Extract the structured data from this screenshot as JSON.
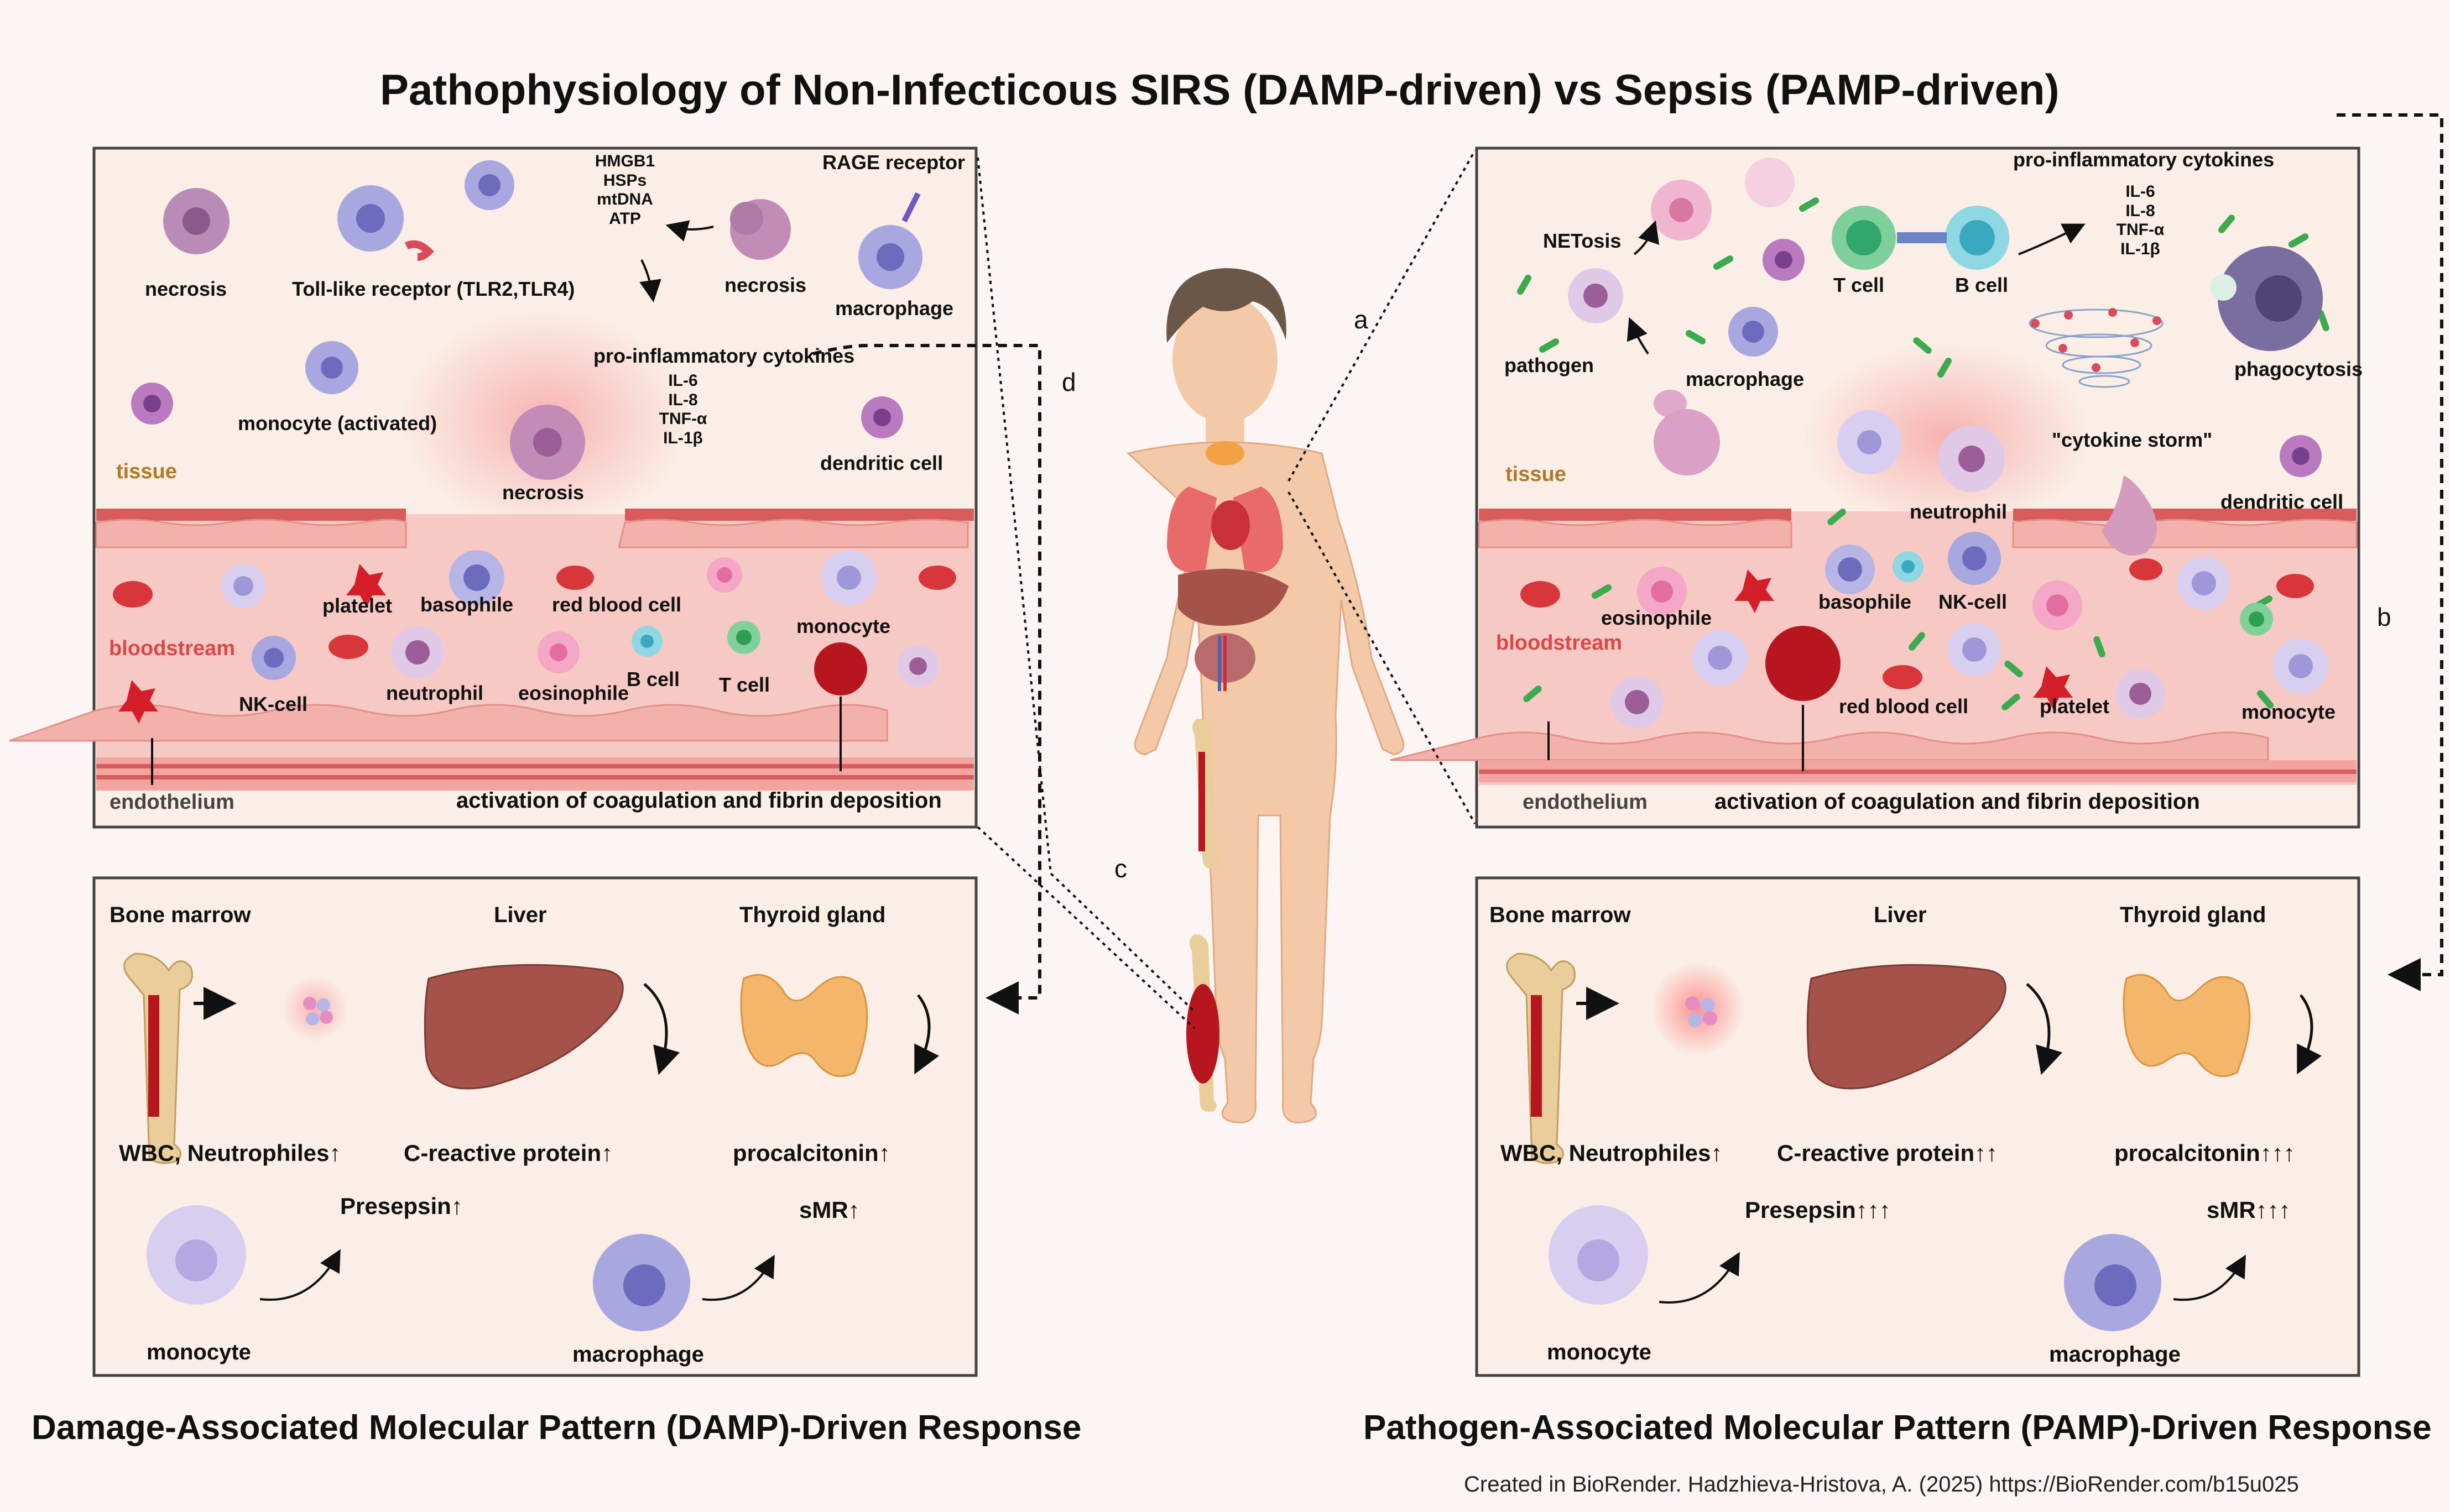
{
  "title": "Pathophysiology of Non-Infecticous SIRS (DAMP-driven) vs Sepsis (PAMP-driven)",
  "footer": {
    "left": "Damage-Associated Molecular Pattern (DAMP)-Driven Response",
    "right": "Pathogen-Associated Molecular Pattern (PAMP)-Driven Response",
    "credit": "Created in BioRender. Hadzhieva-Hristova, A. (2025) https://BioRender.com/b15u025"
  },
  "letters": {
    "a": "a",
    "b": "b",
    "c": "c",
    "d": "d"
  },
  "damp_tissue": {
    "necrosis_1": "necrosis",
    "tlr": "Toll-like receptor (TLR2,TLR4)",
    "damps": [
      "HMGB1",
      "HSPs",
      "mtDNA",
      "ATP"
    ],
    "rage": "RAGE receptor",
    "necrosis_2": "necrosis",
    "macrophage": "macrophage",
    "cytokines_title": "pro-inflammatory cytokines",
    "cytokines": [
      "IL-6",
      "IL-8",
      "TNF-α",
      "IL-1β"
    ],
    "monocyte_activated": "monocyte (activated)",
    "necrosis_3": "necrosis",
    "dendritic": "dendritic cell",
    "tissue": "tissue",
    "bloodstream": "bloodstream",
    "platelet": "platelet",
    "basophile": "basophile",
    "rbc": "red blood cell",
    "monocyte": "monocyte",
    "nk": "NK-cell",
    "neutrophil": "neutrophil",
    "eosinophile": "eosinophile",
    "bcell": "B cell",
    "tcell": "T cell",
    "endothelium": "endothelium",
    "coagulation": "activation of coagulation and fibrin deposition"
  },
  "pamp_tissue": {
    "cytokines_title": "pro-inflammatory cytokines",
    "cytokines": [
      "IL-6",
      "IL-8",
      "TNF-α",
      "IL-1β"
    ],
    "netosis": "NETosis",
    "tcell": "T cell",
    "bcell": "B cell",
    "pathogen": "pathogen",
    "macrophage": "macrophage",
    "phagocytosis": "phagocytosis",
    "storm": "\"cytokine storm\"",
    "tissue": "tissue",
    "neutrophil": "neutrophil",
    "dendritic": "dendritic cell",
    "eosinophile": "eosinophile",
    "basophile": "basophile",
    "nk": "NK-cell",
    "bloodstream": "bloodstream",
    "rbc": "red blood cell",
    "platelet": "platelet",
    "monocyte": "monocyte",
    "endothelium": "endothelium",
    "coagulation": "activation of coagulation and fibrin deposition"
  },
  "damp_organs": {
    "bone_marrow": "Bone marrow",
    "liver": "Liver",
    "thyroid": "Thyroid gland",
    "wbc": "WBC, Neutrophiles↑",
    "crp": "C-reactive protein↑",
    "pct": "procalcitonin↑",
    "presepsin": "Presepsin↑",
    "smr": "sMR↑",
    "monocyte": "monocyte",
    "macrophage": "macrophage"
  },
  "pamp_organs": {
    "bone_marrow": "Bone marrow",
    "liver": "Liver",
    "thyroid": "Thyroid gland",
    "wbc": "WBC, Neutrophiles↑",
    "crp": "C-reactive protein↑↑",
    "pct": "procalcitonin↑↑↑",
    "presepsin": "Presepsin↑↑↑",
    "smr": "sMR↑↑↑",
    "monocyte": "monocyte",
    "macrophage": "macrophage"
  },
  "colors": {
    "panel_border": "#444444",
    "panel_bg": "#faeee6",
    "vessel": "#f2b7b3",
    "rbc": "#d9363b",
    "cell_purple": "#9f97d8",
    "bacteria": "#3caa4e",
    "tissue_label": "#b07a25",
    "blood_label": "#d94848"
  }
}
